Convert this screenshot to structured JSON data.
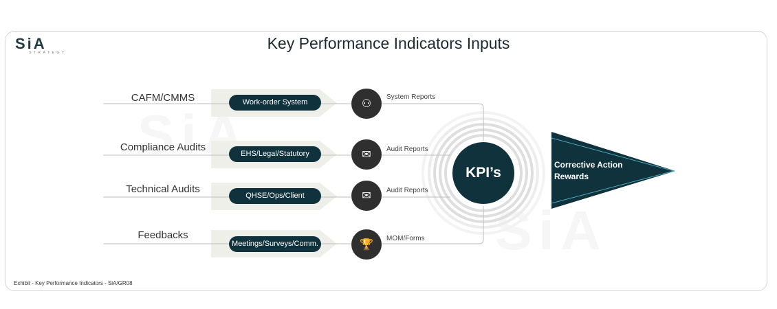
{
  "title": "Key Performance Indicators Inputs",
  "logo": {
    "main": "SiA",
    "sub": "STRATEGY"
  },
  "rows": [
    {
      "source": "CAFM/CMMS",
      "system": "Work-order System",
      "icon": "user-network-icon",
      "icon_glyph": "⚇",
      "report": "System Reports"
    },
    {
      "source": "Compliance  Audits",
      "system": "EHS/Legal/Statutory",
      "icon": "mail-inbox-icon",
      "icon_glyph": "✉",
      "report": "Audit Reports"
    },
    {
      "source": "Technical Audits",
      "system": "QHSE/Ops/Client",
      "icon": "mail-inbox-icon",
      "icon_glyph": "✉",
      "report": "Audit Reports"
    },
    {
      "source": "Feedbacks",
      "system": "Meetings/Surveys/Comm.",
      "icon": "trophy-icon",
      "icon_glyph": "🏆",
      "report": "MOM/Forms"
    }
  ],
  "kpi": "KPI’s",
  "outcome": {
    "line1": "Corrective Action",
    "line2": "Rewards"
  },
  "footer": "Exhibit - Key Performance Indicators - SiA/GR08",
  "colors": {
    "dark_teal": "#0f323c",
    "icon_bg": "#2f2f2f",
    "chevron_bg": "#efefe9"
  }
}
